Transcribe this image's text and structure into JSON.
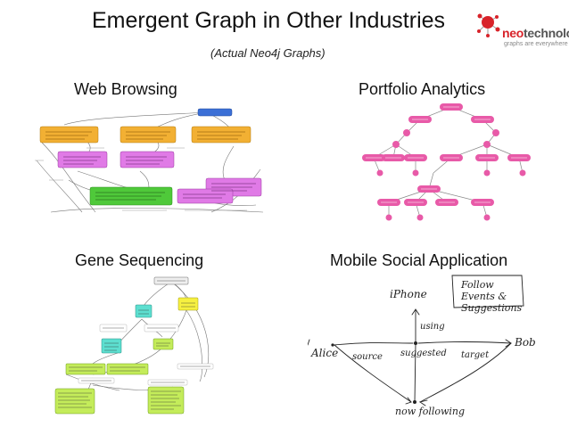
{
  "title": "Emergent Graph in Other Industries",
  "subtitle": "(Actual Neo4j Graphs)",
  "logo": {
    "brand_prefix": "neo",
    "brand_suffix": "technology",
    "tagline": "graphs are everywhere",
    "accent": "#d8232a"
  },
  "quadrants": {
    "web_browsing": "Web Browsing",
    "portfolio_analytics": "Portfolio Analytics",
    "gene_sequencing": "Gene Sequencing",
    "mobile_social": "Mobile Social Application"
  },
  "sketch": {
    "note": "Follow Events & Suggestions",
    "iphone": "iPhone",
    "using": "using",
    "alice": "Alice",
    "source": "source",
    "suggested": "suggested",
    "target": "target",
    "bob": "Bob",
    "now_following": "now following"
  }
}
